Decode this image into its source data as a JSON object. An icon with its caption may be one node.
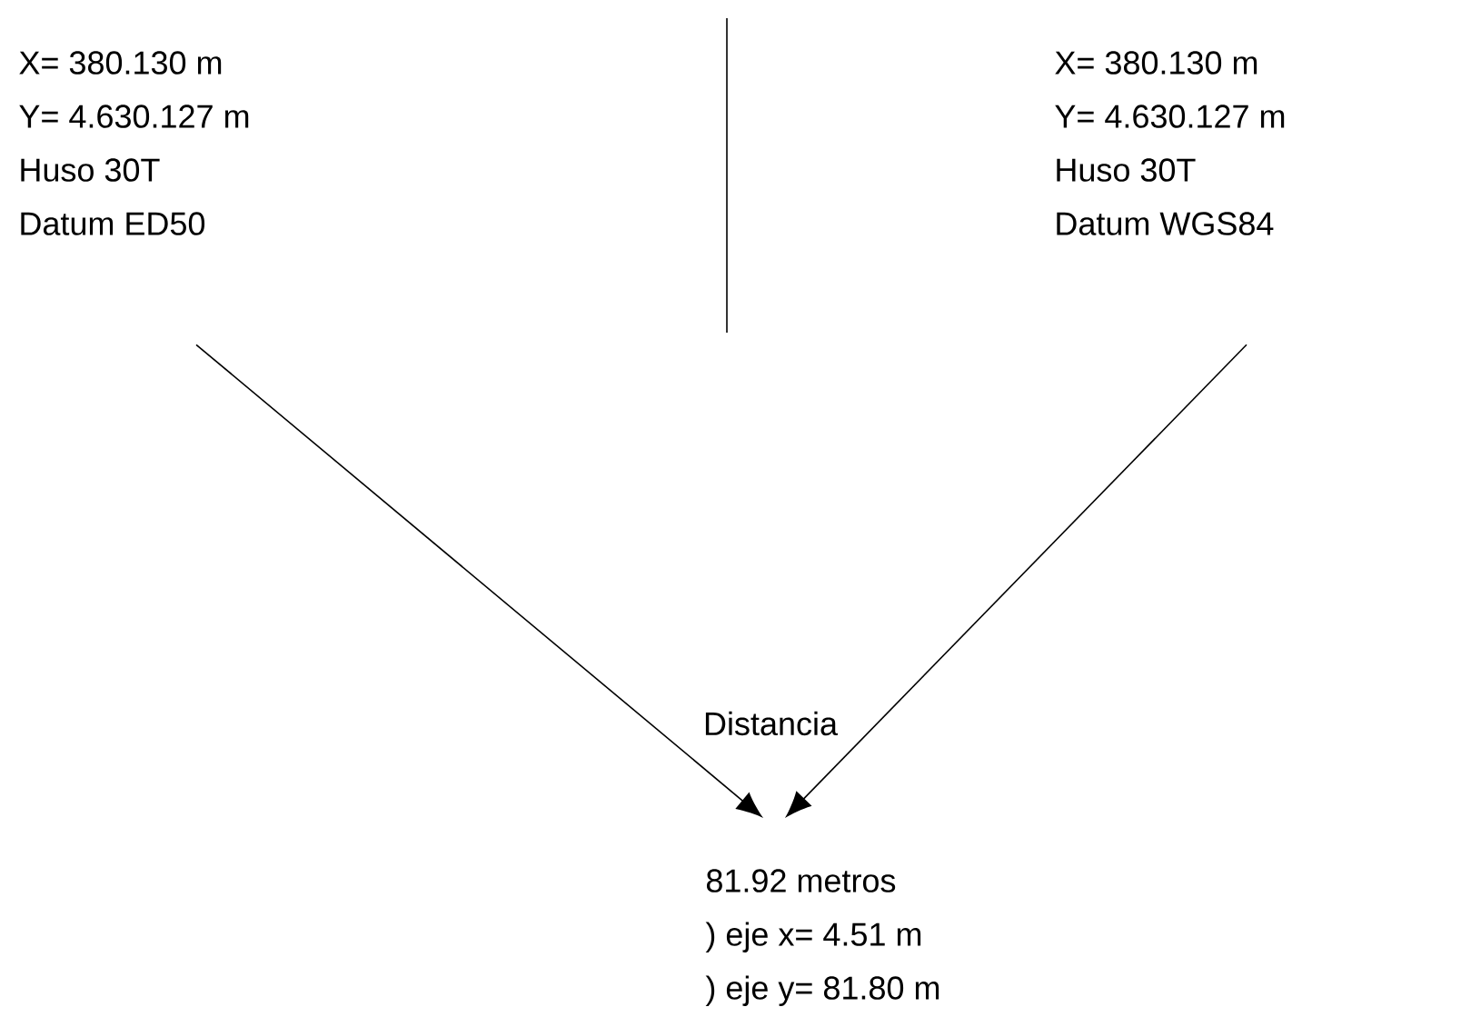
{
  "diagram": {
    "nodes": [
      {
        "text": [
          "X= 380.130 m",
          "Y= 4.630.127 m",
          "Huso 30T",
          "Datum ED50"
        ]
      },
      {
        "text": [
          "X= 380.130 m",
          "Y= 4.630.127 m",
          "Huso 30T",
          "Datum WGS84"
        ]
      },
      {
        "text": [
          "81.92 metros",
          ") eje x= 4.51 m",
          ") eje y= 81.80 m"
        ]
      }
    ],
    "edges": [
      {
        "from": 0,
        "to": 2,
        "arrow": "to"
      },
      {
        "from": 1,
        "to": 2,
        "arrow": "to"
      }
    ],
    "labels": [
      "Distancia"
    ]
  }
}
